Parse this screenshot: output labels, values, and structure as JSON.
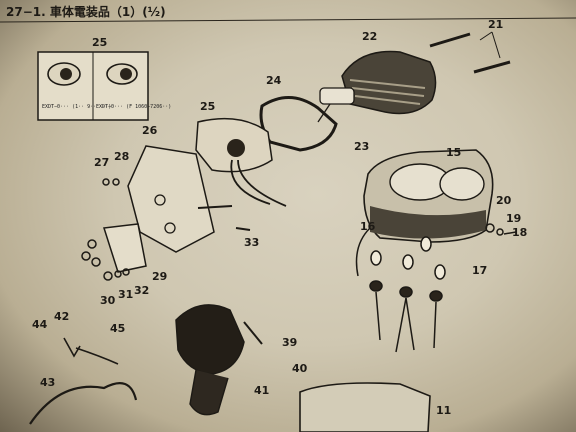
{
  "page": {
    "header": "27−1. 車体電装品（1）(½)",
    "inset_text_1": "EXDT−0··· (1·· 9··  ···)",
    "inset_text_2": "EXDT−0··· (F 1060−7206··)"
  },
  "callouts": [
    "25",
    "22",
    "21",
    "24",
    "25",
    "26",
    "23",
    "15",
    "27",
    "28",
    "20",
    "19",
    "18",
    "16",
    "17",
    "33",
    "29",
    "30",
    "31",
    "32",
    "44",
    "42",
    "45",
    "43",
    "39",
    "40",
    "41",
    "11"
  ],
  "colors": {
    "paper": "#d4ccb5",
    "ink": "#1d1a15",
    "vignette": "#5a5140"
  }
}
